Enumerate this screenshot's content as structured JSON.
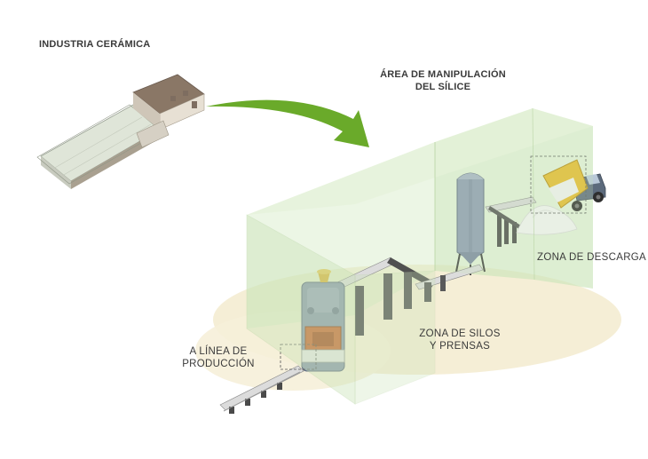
{
  "labels": {
    "industria": "INDUSTRIA CERÁMICA",
    "area_line1": "ÁREA DE MANIPULACIÓN",
    "area_line2": "DEL SÍLICE",
    "descarga": "ZONA DE DESCARGA",
    "silos_line1": "ZONA DE SILOS",
    "silos_line2": "Y PRENSAS",
    "linea_line1": "A LÍNEA DE",
    "linea_line2": "PRODUCCIÓN"
  },
  "colors": {
    "arrow": "#6aaa2a",
    "enclosure_fill": "#c9e3b6",
    "ground_shadow": "#f4ecd2",
    "silo": "#8e9bb3",
    "press": "#8896ad",
    "press_accent": "#c8622e",
    "truck_bed": "#e7bb2c",
    "conveyor": "#d9d9d9",
    "factory_roof": "#8a7766"
  }
}
